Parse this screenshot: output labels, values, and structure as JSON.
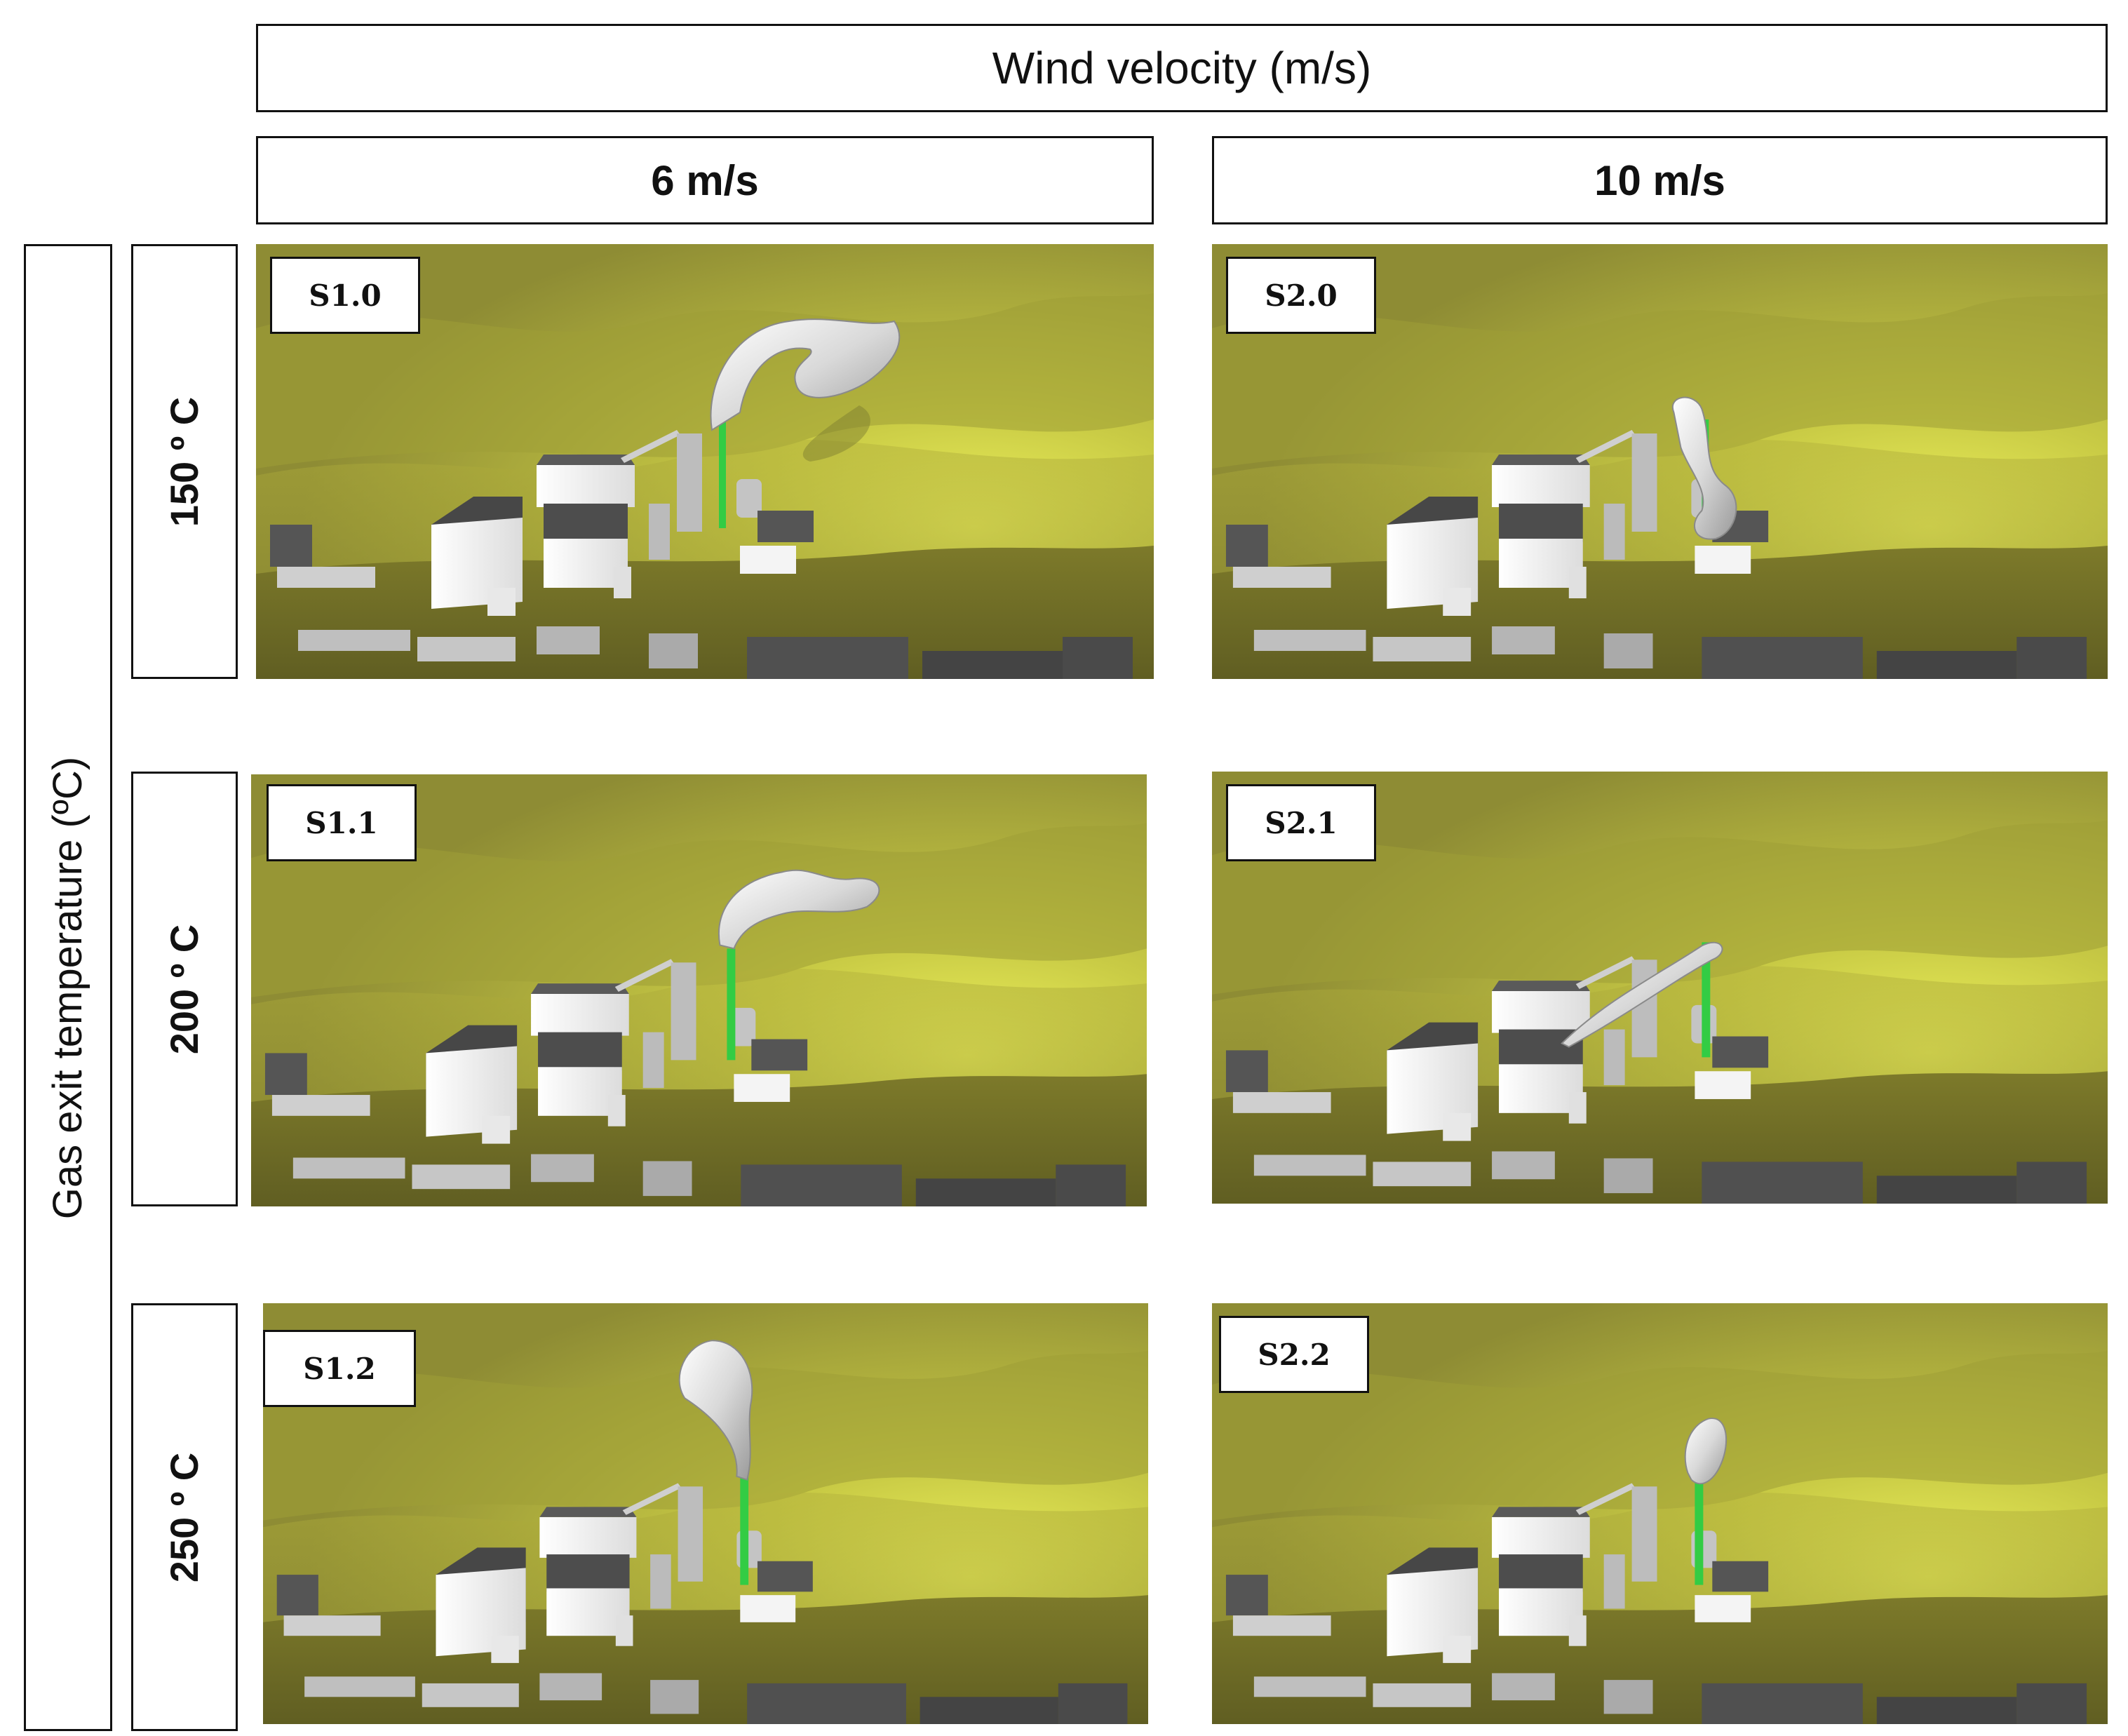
{
  "header": {
    "title": "Wind velocity (m/s)"
  },
  "columns": [
    {
      "label": "6 m/s"
    },
    {
      "label": "10 m/s"
    }
  ],
  "side_axis": {
    "label": "Gas exit temperature (ºC)"
  },
  "rows": [
    {
      "label": "150 º C"
    },
    {
      "label": "200 º C"
    },
    {
      "label": "250 º C"
    }
  ],
  "panels": [
    {
      "id": "S1.0"
    },
    {
      "id": "S2.0"
    },
    {
      "id": "S1.1"
    },
    {
      "id": "S2.1"
    },
    {
      "id": "S1.2"
    },
    {
      "id": "S2.2"
    }
  ],
  "colors": {
    "terrain": "#a3a33a",
    "terrain_light": "#e6ec5a",
    "building_roof": "#4a4a4a",
    "building_wall": "#f2f2f2",
    "stack": "#33cc44",
    "plume": "#d8d8d8"
  }
}
